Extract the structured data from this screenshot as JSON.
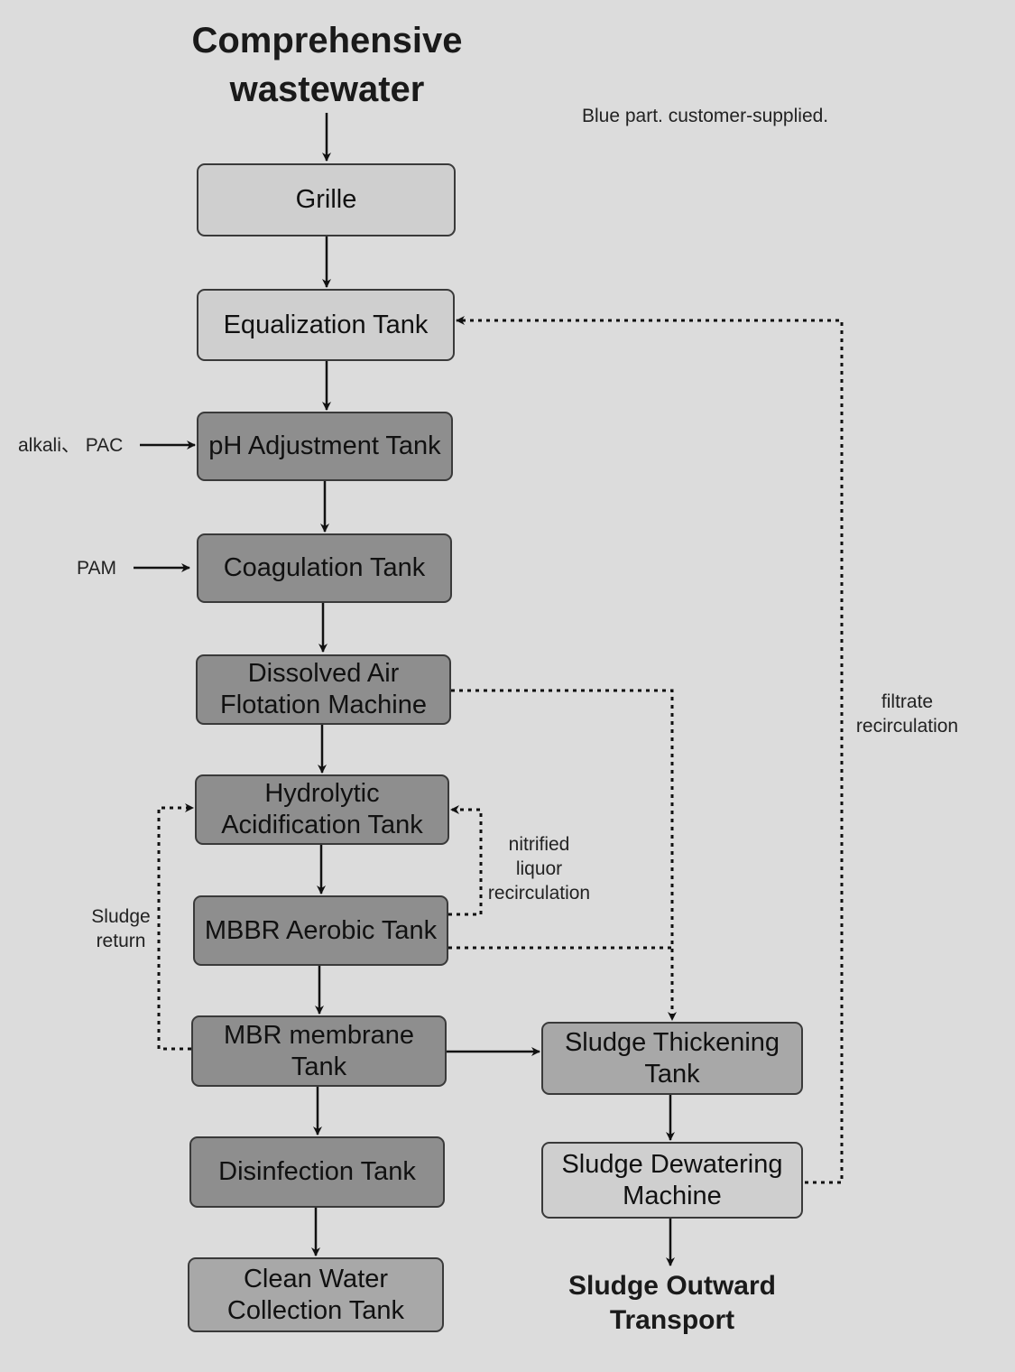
{
  "title": "Comprehensive\nwastewater",
  "note": "Blue part. customer-supplied.",
  "boxes": {
    "grille": "Grille",
    "equalization": "Equalization Tank",
    "ph": "pH Adjustment Tank",
    "coagulation": "Coagulation Tank",
    "daf": "Dissolved Air\nFlotation Machine",
    "hydrolytic": "Hydrolytic\nAcidification Tank",
    "mbbr": "MBBR Aerobic Tank",
    "mbr": "MBR membrane\nTank",
    "disinfection": "Disinfection Tank",
    "clean": "Clean Water\nCollection Tank",
    "thickening": "Sludge Thickening\nTank",
    "dewatering": "Sludge Dewatering\nMachine"
  },
  "inputs": {
    "ph": "alkali、 PAC",
    "coagulation": "PAM"
  },
  "annotations": {
    "nitrified": "nitrified\nliquor\nrecirculation",
    "filtrate": "filtrate\nrecirculation",
    "sludge_return": "Sludge\nreturn"
  },
  "output": "Sludge Outward\nTransport"
}
